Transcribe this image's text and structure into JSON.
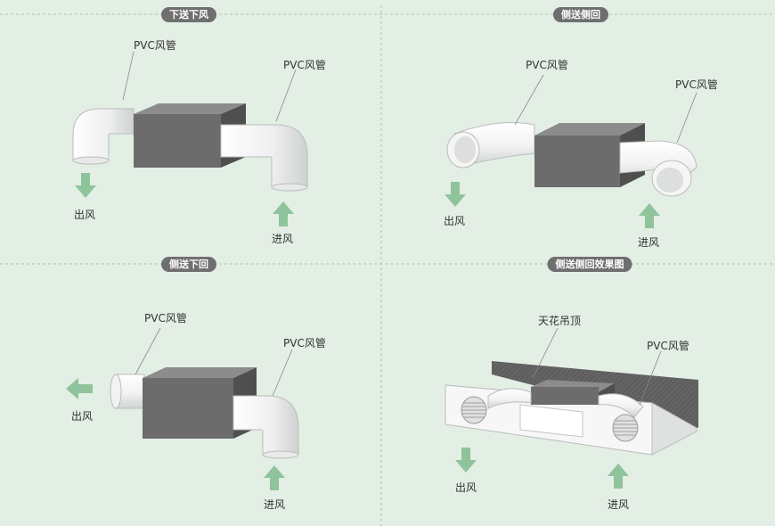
{
  "panels": [
    {
      "title": "下送下风",
      "pipe_labels": [
        "PVC风管",
        "PVC风管"
      ],
      "outlet_label": "出风",
      "inlet_label": "进风"
    },
    {
      "title": "侧送侧回",
      "pipe_labels": [
        "PVC风管",
        "PVC风管"
      ],
      "outlet_label": "出风",
      "inlet_label": "进风"
    },
    {
      "title": "侧送下回",
      "pipe_labels": [
        "PVC风管",
        "PVC风管"
      ],
      "outlet_label": "出风",
      "inlet_label": "进风"
    },
    {
      "title": "侧送侧回效果图",
      "ceiling_label": "天花吊顶",
      "pipe_labels": [
        "PVC风管"
      ],
      "outlet_label": "出风",
      "inlet_label": "进风"
    }
  ],
  "colors": {
    "background": "#e3eee5",
    "divider": "#9fc9aa",
    "arrow": "#8fc39b",
    "box_front": "#6c6c6c",
    "box_top": "#8c8c8c",
    "box_side": "#4f4f4f",
    "pipe": "#f6f6f6",
    "pipe_shade": "#d9dcdb",
    "title_bg": "#6f6f6f"
  }
}
